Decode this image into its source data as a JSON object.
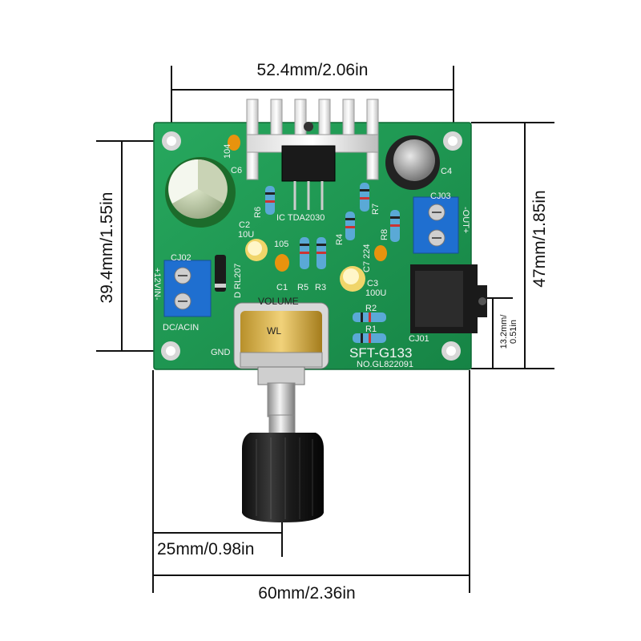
{
  "dimensions": {
    "top_width": "52.4mm/2.06in",
    "left_height": "39.4mm/1.55in",
    "right_height": "47mm/1.85in",
    "jack_height": "13.2mm/",
    "jack_height_in": "0.51in",
    "shaft_length": "25mm/0.98in",
    "bottom_width": "60mm/2.36in"
  },
  "board": {
    "model": "SFT-G133",
    "serial": "NO.GL822091",
    "ic": "IC TDA2030",
    "power_label_1": "+12VIN-",
    "power_label_2": "DC/ACIN",
    "gnd": "GND",
    "out": "-OUT+",
    "volume": "VOLUME",
    "pot_marking": "WL",
    "cj02": "CJ02",
    "cj03": "CJ03",
    "cj01": "CJ01",
    "diode": "D RL207",
    "c1": "C1",
    "c2": "C2",
    "c2_val": "10U",
    "c3": "C3",
    "c3_val": "100U",
    "c4": "C4",
    "c6": "C6",
    "c7": "C7 224",
    "cap_104": "104",
    "cap_105": "105",
    "r1": "R1",
    "r2": "R2",
    "r3": "R3",
    "r4": "R4",
    "r5": "R5",
    "r6": "R6",
    "r7": "R7",
    "r8": "R8"
  },
  "colors": {
    "pcb": "#1f9a55",
    "terminal": "#1f6fd0",
    "capacitor_orange": "#e8930e",
    "dimension_line": "#111111"
  }
}
